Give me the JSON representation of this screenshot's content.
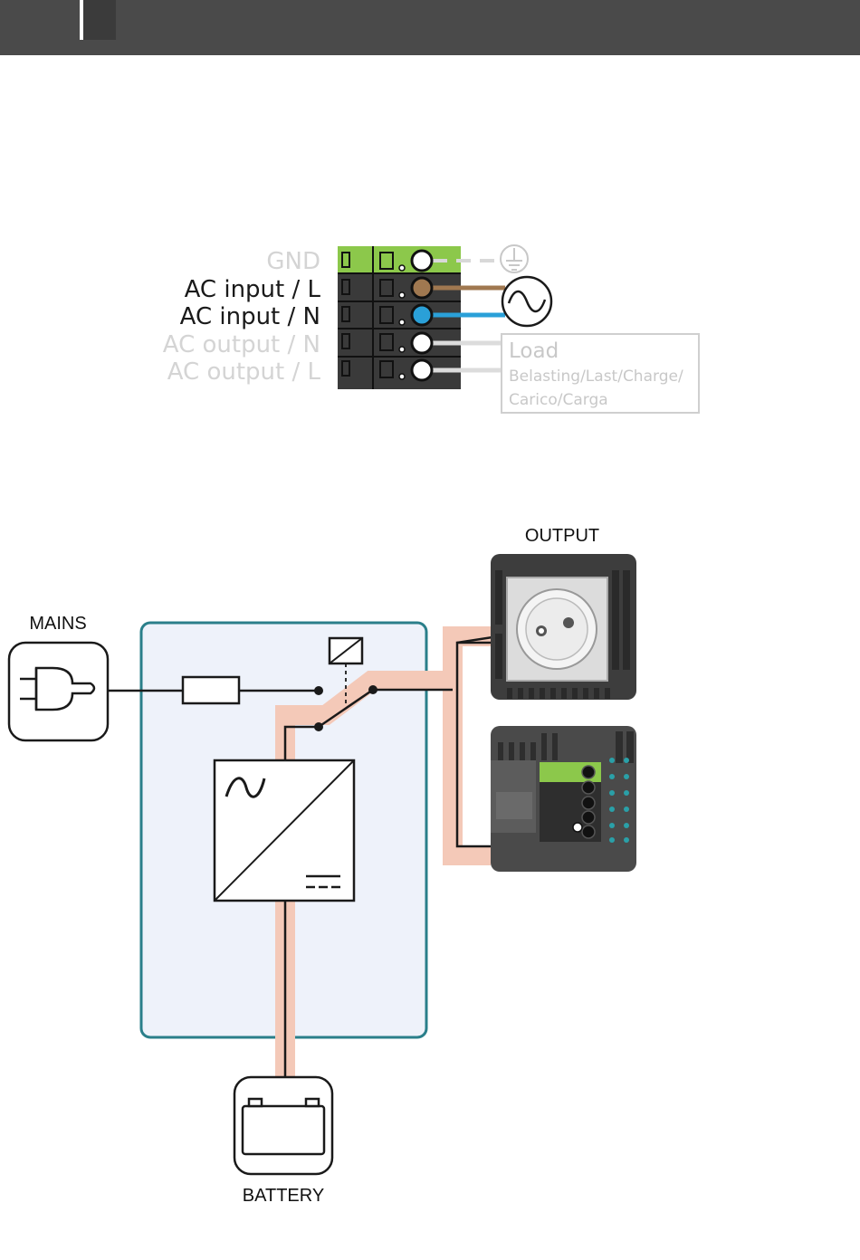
{
  "terminal": {
    "gnd": "GND",
    "ac_input_l": "AC input /  L",
    "ac_input_n": "AC input /  N",
    "ac_output_n": "AC output /  N",
    "ac_output_l": "AC output /  L",
    "load_title": "Load",
    "load_line1": "Belasting/Last/Charge/",
    "load_line2": "Carico/Carga"
  },
  "diagram": {
    "mains": "MAINS",
    "output": "OUTPUT",
    "battery": "BATTERY"
  },
  "colors": {
    "header_bar": "#4a4a4a",
    "live_wire": "#a07850",
    "neutral_wire": "#2aa0d8",
    "ground_terminal": "#8cc84b",
    "power_path": "#f4c9b8",
    "device_border": "#2a7f8a",
    "device_fill": "#eef2fa"
  }
}
